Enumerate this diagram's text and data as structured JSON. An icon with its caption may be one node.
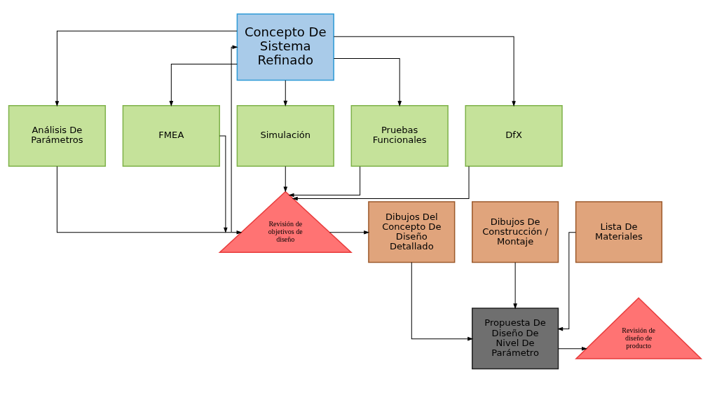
{
  "diagram": {
    "nodes": [
      {
        "text": [
          "Concepto De Sistema Refinado"
        ]
      },
      {
        "text": [
          "Análisis De Parámetros"
        ]
      },
      {
        "text": [
          "FMEA"
        ]
      },
      {
        "text": [
          "Simulación"
        ]
      },
      {
        "text": [
          "Pruebas Funcionales"
        ]
      },
      {
        "text": [
          "DfX"
        ]
      },
      {
        "text": [
          "Revisión de objetivos de diseño"
        ]
      },
      {
        "text": [
          "Dibujos Del Concepto De Diseño Detallado"
        ]
      },
      {
        "text": [
          "Dibujos De Construcción / Montaje"
        ]
      },
      {
        "text": [
          "Lista De Materiales"
        ]
      },
      {
        "text": [
          "Propuesta De Diseño De Nivel De Parámetro"
        ]
      },
      {
        "text": [
          "Revisión de diseño de producto"
        ]
      }
    ],
    "edges": [
      {
        "from": 0,
        "to": 1,
        "arrow": "to"
      },
      {
        "from": 0,
        "to": 2,
        "arrow": "to"
      },
      {
        "from": 0,
        "to": 3,
        "arrow": "to"
      },
      {
        "from": 0,
        "to": 4,
        "arrow": "to"
      },
      {
        "from": 0,
        "to": 5,
        "arrow": "to"
      },
      {
        "from": 1,
        "to": 6,
        "arrow": "to"
      },
      {
        "from": 2,
        "to": 6,
        "arrow": "to"
      },
      {
        "from": 3,
        "to": 6,
        "arrow": "to"
      },
      {
        "from": 4,
        "to": 6,
        "arrow": "to"
      },
      {
        "from": 5,
        "to": 6,
        "arrow": "to"
      },
      {
        "from": 6,
        "to": 0,
        "arrow": "to"
      },
      {
        "from": 6,
        "to": 7,
        "arrow": "to"
      },
      {
        "from": 7,
        "to": 10,
        "arrow": "to"
      },
      {
        "from": 8,
        "to": 10,
        "arrow": "to"
      },
      {
        "from": 9,
        "to": 10,
        "arrow": "to"
      },
      {
        "from": 10,
        "to": 11,
        "arrow": "to"
      }
    ]
  }
}
